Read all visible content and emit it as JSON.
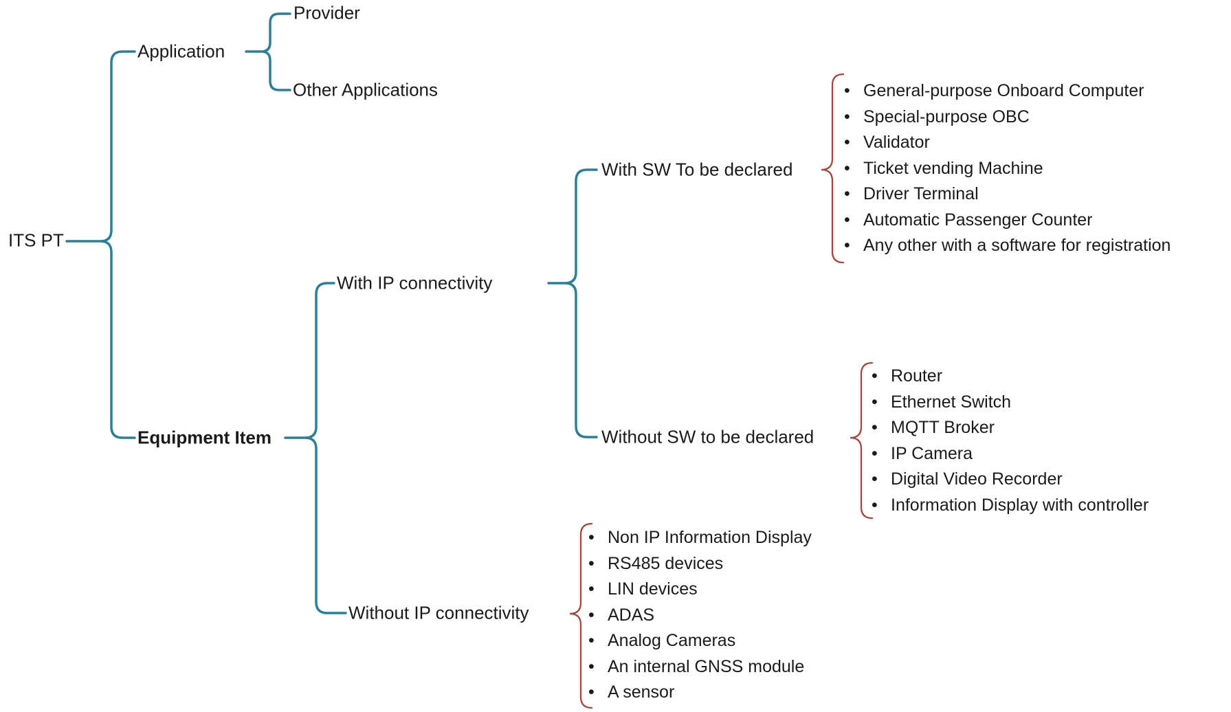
{
  "diagram": {
    "nodes": {
      "its_pt": "ITS PT",
      "application": "Application",
      "provider": "Provider",
      "other_applications": "Other Applications",
      "equipment_item": "Equipment Item",
      "with_ip": "With IP connectivity",
      "without_ip": "Without IP connectivity",
      "with_sw": "With SW To be declared",
      "without_sw": "Without SW to be declared"
    },
    "lists": {
      "with_sw_items": [
        "General-purpose Onboard Computer",
        "Special-purpose OBC",
        "Validator",
        "Ticket vending Machine",
        "Driver Terminal",
        "Automatic Passenger Counter",
        "Any other with a software for registration"
      ],
      "without_sw_items": [
        "Router",
        "Ethernet Switch",
        "MQTT Broker",
        "IP Camera",
        "Digital Video Recorder",
        "Information Display with controller"
      ],
      "without_ip_items": [
        "Non IP Information Display",
        "RS485 devices",
        "LIN devices",
        "ADAS",
        "Analog Cameras",
        "An internal GNSS module",
        "A sensor"
      ]
    },
    "bullet": "•",
    "colors": {
      "branch": "#2E7F96",
      "group": "#A6463C",
      "text": "#1a1a1a",
      "background": "#ffffff"
    }
  }
}
